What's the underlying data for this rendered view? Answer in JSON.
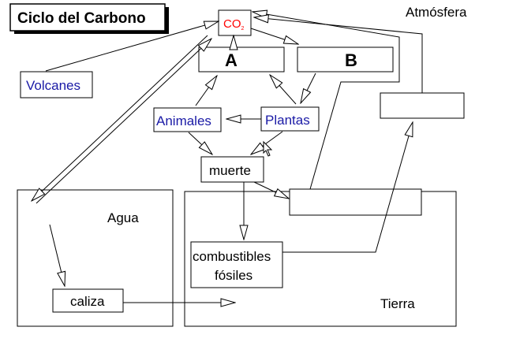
{
  "title": "Ciclo del Carbono",
  "labels": {
    "atmosfera": "Atmósfera",
    "co2_main": "CO",
    "co2_sub": "2",
    "a": "A",
    "b": "B",
    "volcanes": "Volcanes",
    "animales": "Animales",
    "plantas": "Plantas",
    "muerte": "muerte",
    "agua": "Agua",
    "tierra": "Tierra",
    "combustibles": "combustibles",
    "fosiles": "fósiles",
    "caliza": "caliza"
  },
  "colors": {
    "co2": "#ff0000",
    "blue_text": "#1a1aa6",
    "ink": "#000000"
  }
}
